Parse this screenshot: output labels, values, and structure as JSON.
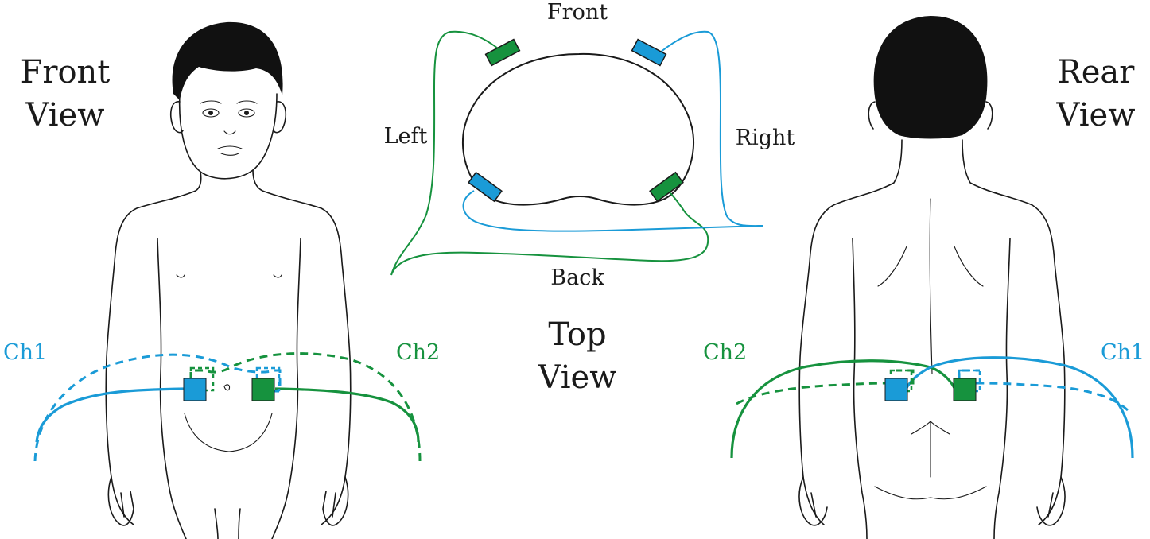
{
  "colors": {
    "ch1": "#1a9bd7",
    "ch2": "#16923e",
    "outline": "#1a1a1a",
    "hair": "#111111"
  },
  "front_view": {
    "title_line1": "Front",
    "title_line2": "View",
    "ch1_label": "Ch1",
    "ch2_label": "Ch2"
  },
  "top_view": {
    "front_label": "Front",
    "back_label": "Back",
    "left_label": "Left",
    "right_label": "Right",
    "title_line1": "Top",
    "title_line2": "View"
  },
  "rear_view": {
    "title_line1": "Rear",
    "title_line2": "View",
    "ch1_label": "Ch1",
    "ch2_label": "Ch2"
  }
}
